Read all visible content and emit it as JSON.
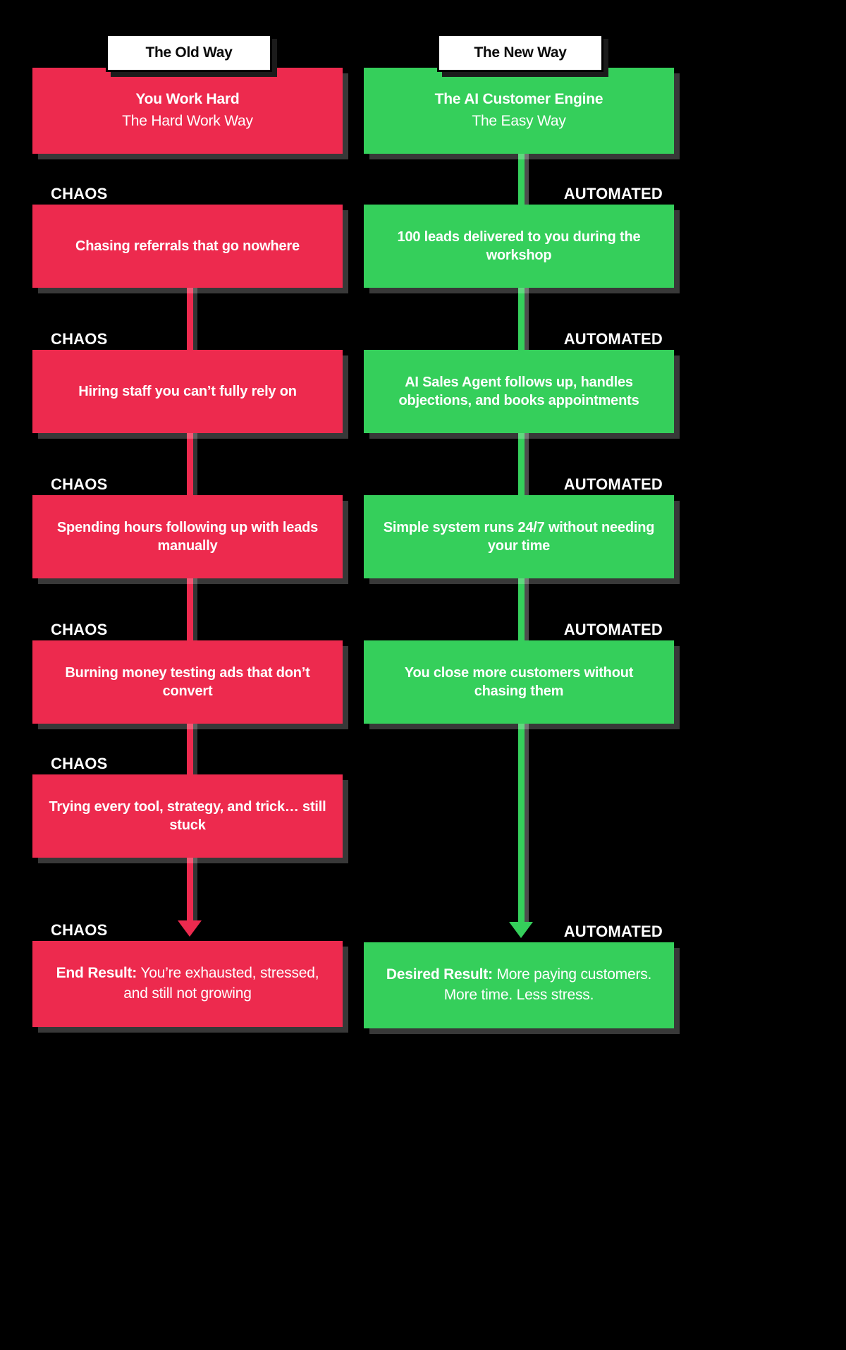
{
  "background_color": "#000000",
  "colors": {
    "red": "#ED2A4E",
    "green": "#35CF5B",
    "white": "#FFFFFF",
    "black": "#000000"
  },
  "columns": [
    {
      "id": "old-way",
      "tab_label": "The Old Way",
      "accent": "#ED2A4E",
      "status_label": "CHAOS",
      "hero": {
        "title": "You Work Hard",
        "subtitle": "The Hard Work Way"
      },
      "steps": [
        {
          "status": "CHAOS",
          "text": "Chasing referrals that go nowhere"
        },
        {
          "status": "CHAOS",
          "text": "Hiring staff you can’t fully rely on"
        },
        {
          "status": "CHAOS",
          "text": "Spending hours following up with leads manually"
        },
        {
          "status": "CHAOS",
          "text": "Burning money testing ads that don’t convert"
        },
        {
          "status": "CHAOS",
          "text": "Trying every tool, strategy, and trick… still stuck"
        }
      ],
      "result": {
        "status": "CHAOS",
        "label": "End Result:",
        "text": " You’re exhausted, stressed, and still not growing"
      }
    },
    {
      "id": "new-way",
      "tab_label": "The New Way",
      "accent": "#35CF5B",
      "status_label": "AUTOMATED",
      "hero": {
        "title": "The AI Customer Engine",
        "subtitle": "The Easy Way"
      },
      "steps": [
        {
          "status": "AUTOMATED",
          "text": "100 leads delivered to you during the workshop"
        },
        {
          "status": "AUTOMATED",
          "text": "AI Sales Agent follows up, handles objections, and books appointments"
        },
        {
          "status": "AUTOMATED",
          "text": "Simple system runs 24/7 without needing your time"
        },
        {
          "status": "AUTOMATED",
          "text": "You close more customers without chasing them"
        }
      ],
      "result": {
        "status": "AUTOMATED",
        "label": "Desired Result:",
        "text": " More paying customers. More time. Less stress."
      }
    }
  ]
}
